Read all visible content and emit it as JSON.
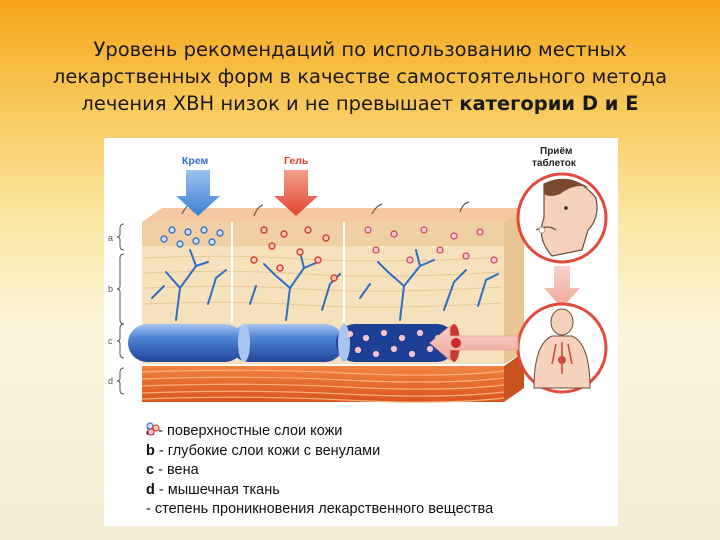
{
  "title": {
    "line1": "Уровень рекомендаций по использованию местных",
    "line2": "лекарственных форм в качестве самостоятельного метода",
    "line3_pre": "лечения ХВН низок и не превышает ",
    "line3_bold": "категории D и E"
  },
  "diagram": {
    "arrow_cream": "Крем",
    "arrow_gel": "Гель",
    "pills_line1": "Приём",
    "pills_line2": "таблеток",
    "layer_a": "a",
    "layer_b": "b",
    "layer_c": "c",
    "layer_d": "d",
    "colors": {
      "cream": "#3f86d9",
      "gel": "#e8503a",
      "vein": "#3c6fc6",
      "muscle": "#e8682e",
      "skin": "#f5dcb8"
    }
  },
  "legend": [
    {
      "key": "a",
      "text": " - поверхностные слои кожи"
    },
    {
      "key": "b",
      "text": " - глубокие слои кожи с венулами"
    },
    {
      "key": "c",
      "text": " - вена"
    },
    {
      "key": "d",
      "text": " - мышечная ткань"
    },
    {
      "key": "",
      "text": " - степень проникновения лекарственного вещества"
    }
  ]
}
